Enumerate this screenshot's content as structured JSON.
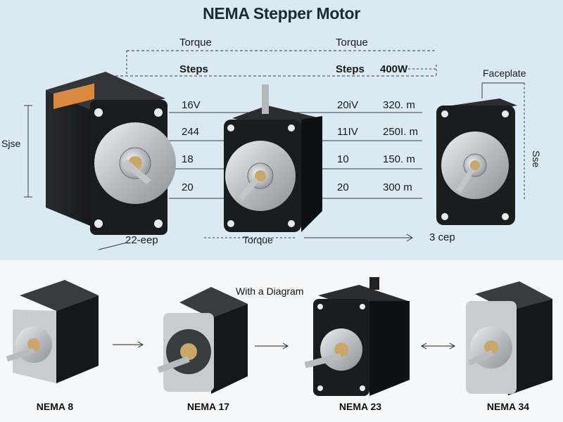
{
  "title": "NEMA Stepper Motor",
  "header_labels": {
    "torque_left": "Torque",
    "torque_right": "Torque",
    "steps_left": "Steps",
    "steps_right": "Steps",
    "power": "400W",
    "faceplate": "Faceplate"
  },
  "table_left": [
    "16V",
    "244",
    "18",
    "20"
  ],
  "table_mid": [
    "20iV",
    "11IV",
    "10",
    "20"
  ],
  "table_right": [
    "320. m",
    "250I. m",
    "150. m",
    "300 m"
  ],
  "size_left": "Sjse",
  "size_right": "Sse",
  "bottom_labels": {
    "left": "22-eep",
    "torque": "Torque",
    "right": "3 cep"
  },
  "diagram_label": "With a Diagram",
  "captions": [
    "NEMA 8",
    "NEMA 17",
    "NEMA 23",
    "NEMA 34"
  ],
  "colors": {
    "top_background": "#dbe9f2",
    "motor_body": "#1c1d1f",
    "faceplate_silver": "#c9ccd0",
    "label_orange": "#d98a3e"
  }
}
